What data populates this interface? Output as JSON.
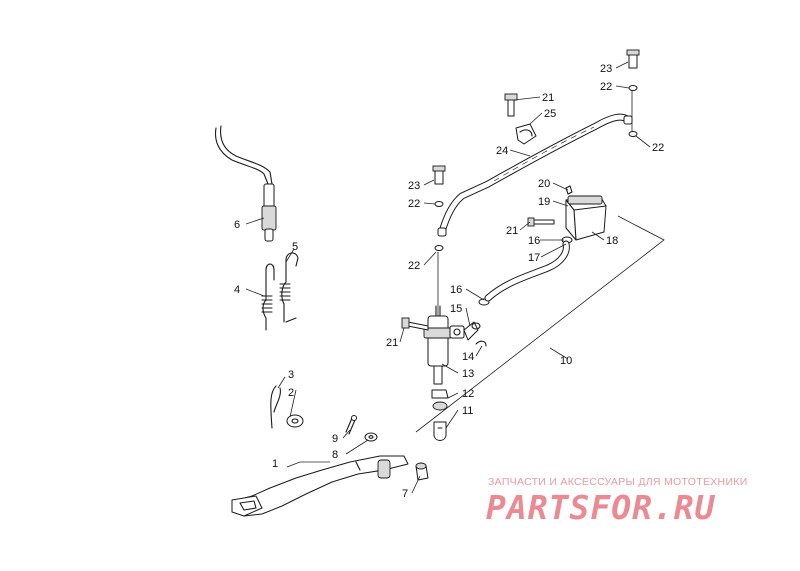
{
  "callouts": [
    {
      "id": "c1",
      "text": "1"
    },
    {
      "id": "c2",
      "text": "2"
    },
    {
      "id": "c3",
      "text": "3"
    },
    {
      "id": "c4",
      "text": "4"
    },
    {
      "id": "c5",
      "text": "5"
    },
    {
      "id": "c6",
      "text": "6"
    },
    {
      "id": "c7",
      "text": "7"
    },
    {
      "id": "c8",
      "text": "8"
    },
    {
      "id": "c9",
      "text": "9"
    },
    {
      "id": "c10",
      "text": "10"
    },
    {
      "id": "c11",
      "text": "11"
    },
    {
      "id": "c12",
      "text": "12"
    },
    {
      "id": "c13",
      "text": "13"
    },
    {
      "id": "c14",
      "text": "14"
    },
    {
      "id": "c15",
      "text": "15"
    },
    {
      "id": "c16a",
      "text": "16"
    },
    {
      "id": "c16b",
      "text": "16"
    },
    {
      "id": "c17",
      "text": "17"
    },
    {
      "id": "c18",
      "text": "18"
    },
    {
      "id": "c19",
      "text": "19"
    },
    {
      "id": "c20",
      "text": "20"
    },
    {
      "id": "c21a",
      "text": "21"
    },
    {
      "id": "c21b",
      "text": "21"
    },
    {
      "id": "c21c",
      "text": "21"
    },
    {
      "id": "c22a",
      "text": "22"
    },
    {
      "id": "c22b",
      "text": "22"
    },
    {
      "id": "c22c",
      "text": "22"
    },
    {
      "id": "c22d",
      "text": "22"
    },
    {
      "id": "c23a",
      "text": "23"
    },
    {
      "id": "c23b",
      "text": "23"
    },
    {
      "id": "c24",
      "text": "24"
    },
    {
      "id": "c25",
      "text": "25"
    }
  ],
  "watermark": {
    "tagline": "ЗАПЧАСТИ И АКСЕССУАРЫ ДЛЯ МОТОТЕХНИКИ",
    "logo": "PARTSFOR.RU"
  },
  "colors": {
    "line": "#1a1a1a",
    "watermark": "#ea8a93"
  }
}
